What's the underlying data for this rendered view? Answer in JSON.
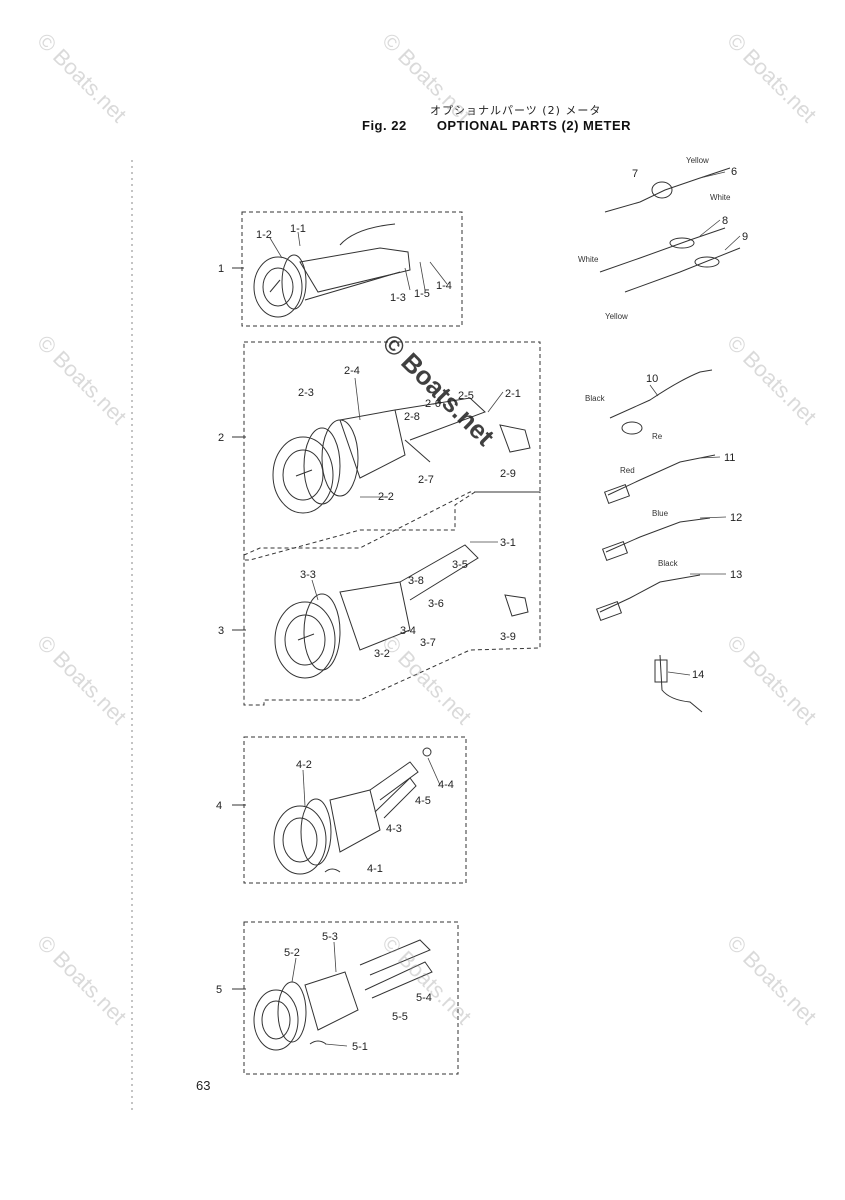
{
  "page": {
    "title_jp": "オプショナルパーツ (2) メータ",
    "fig_label": "Fig. 22",
    "title_en": "OPTIONAL PARTS (2) METER",
    "page_number": "63"
  },
  "watermark": {
    "text": "© Boats.net"
  },
  "groups": [
    {
      "id": "1",
      "label": "1",
      "parts": [
        "1-1",
        "1-2",
        "1-3",
        "1-4",
        "1-5"
      ]
    },
    {
      "id": "2",
      "label": "2",
      "parts": [
        "2-1",
        "2-2",
        "2-3",
        "2-4",
        "2-5",
        "2-6",
        "2-7",
        "2-8",
        "2-9"
      ]
    },
    {
      "id": "3",
      "label": "3",
      "parts": [
        "3-1",
        "3-2",
        "3-3",
        "3-4",
        "3-5",
        "3-6",
        "3-7",
        "3-8",
        "3-9"
      ]
    },
    {
      "id": "4",
      "label": "4",
      "parts": [
        "4-1",
        "4-2",
        "4-3",
        "4-4",
        "4-5"
      ]
    },
    {
      "id": "5",
      "label": "5",
      "parts": [
        "5-1",
        "5-2",
        "5-3",
        "5-4",
        "5-5"
      ]
    }
  ],
  "wire_parts": [
    {
      "id": "6",
      "label": "6",
      "colors": [
        "Yellow",
        "White"
      ]
    },
    {
      "id": "7",
      "label": "7"
    },
    {
      "id": "8",
      "label": "8",
      "colors": [
        "White"
      ]
    },
    {
      "id": "9",
      "label": "9",
      "colors": [
        "Yellow"
      ]
    },
    {
      "id": "10",
      "label": "10",
      "colors": [
        "Black",
        "Re"
      ]
    },
    {
      "id": "11",
      "label": "11",
      "colors": [
        "Red"
      ]
    },
    {
      "id": "12",
      "label": "12",
      "colors": [
        "Blue"
      ]
    },
    {
      "id": "13",
      "label": "13",
      "colors": [
        "Black"
      ]
    },
    {
      "id": "14",
      "label": "14"
    }
  ],
  "colors": {
    "ink": "#222222",
    "line": "#333333",
    "watermark": "#999999"
  }
}
